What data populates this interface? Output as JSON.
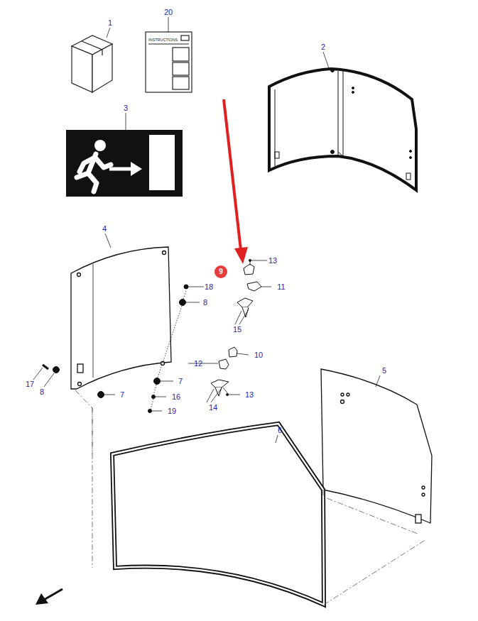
{
  "diagram": {
    "nodes": [
      {
        "text": [
          "9"
        ]
      }
    ],
    "labels": [
      "1",
      "20",
      "INSTRUCTIONS",
      "3",
      "2",
      "4",
      "13",
      "11",
      "18",
      "8",
      "15",
      "10",
      "12",
      "7",
      "17",
      "8",
      "7",
      "16",
      "13",
      "14",
      "19",
      "5",
      "6"
    ]
  }
}
